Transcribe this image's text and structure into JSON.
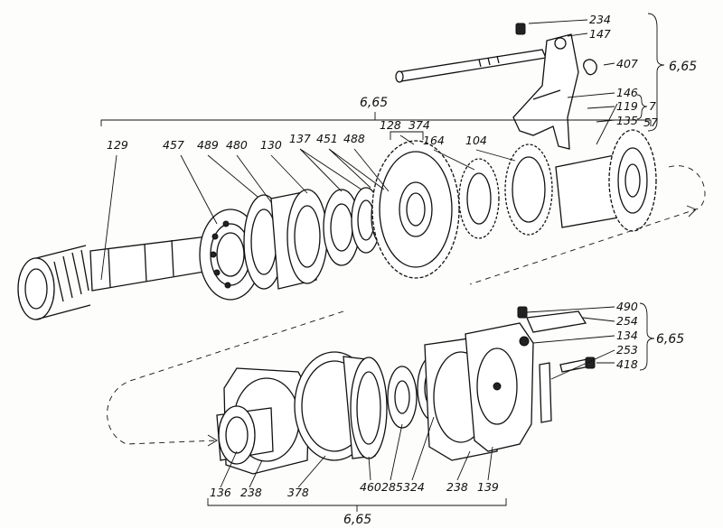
{
  "upper_assembly": {
    "group_label": "6,65",
    "parts": [
      "129",
      "457",
      "489",
      "480",
      "130",
      "137",
      "451",
      "488",
      "128",
      "374",
      "164",
      "104"
    ]
  },
  "upper_right_parts": {
    "parts": [
      "234",
      "147",
      "407",
      "146",
      "119",
      "135"
    ],
    "bracket_labels": [
      "6,65",
      "7",
      "57"
    ]
  },
  "lower_assembly": {
    "group_label": "6,65",
    "parts": [
      "136",
      "238",
      "378",
      "460",
      "285",
      "324",
      "238_b",
      "139"
    ],
    "part_texts": [
      "136",
      "238",
      "378",
      "460",
      "285",
      "324",
      "238",
      "139"
    ]
  },
  "lower_right_parts": {
    "parts": [
      "490",
      "254",
      "134",
      "253",
      "418"
    ],
    "bracket_label": "6,65"
  },
  "colors": {
    "ink": "#111111",
    "paper": "#fdfdfb"
  }
}
